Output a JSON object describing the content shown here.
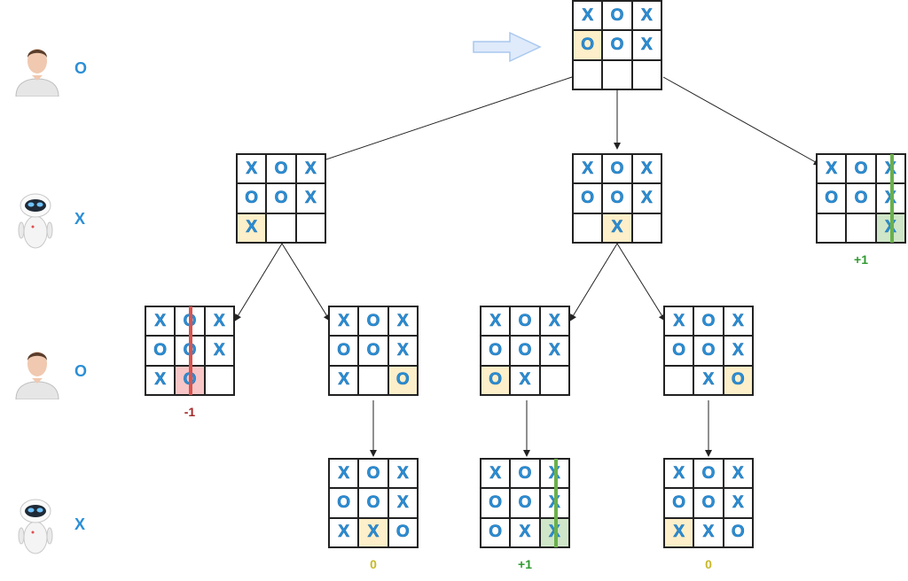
{
  "players": [
    {
      "mark": "O",
      "avatar": "human-avatar-icon"
    },
    {
      "mark": "X",
      "avatar": "robot-avatar-icon"
    },
    {
      "mark": "O",
      "avatar": "human-avatar-icon"
    },
    {
      "mark": "X",
      "avatar": "robot-avatar-icon"
    }
  ],
  "colors": {
    "mark": "#2b8fd6",
    "highlight_yellow": "#fcefc9",
    "highlight_red": "#f8c6c6",
    "highlight_green": "#cfe6c8",
    "line_red": "#d9534f",
    "line_green": "#6ab04c",
    "arrow": "#222222",
    "pointer_arrow": "#a9c8ef"
  },
  "boards": [
    {
      "id": "root",
      "cells": [
        "X",
        "O",
        "X",
        "O",
        "O",
        "X",
        "",
        "",
        ""
      ],
      "highlight": {
        "index": 3,
        "color": "yellow"
      }
    },
    {
      "id": "b1",
      "cells": [
        "X",
        "O",
        "X",
        "O",
        "O",
        "X",
        "X",
        "",
        ""
      ],
      "highlight": {
        "index": 6,
        "color": "yellow"
      }
    },
    {
      "id": "b2",
      "cells": [
        "X",
        "O",
        "X",
        "O",
        "O",
        "X",
        "",
        "X",
        ""
      ],
      "highlight": {
        "index": 7,
        "color": "yellow"
      }
    },
    {
      "id": "b3",
      "cells": [
        "X",
        "O",
        "X",
        "O",
        "O",
        "X",
        "",
        "",
        "X"
      ],
      "highlight": {
        "index": 8,
        "color": "green"
      },
      "winline": {
        "col": 2,
        "color": "green"
      },
      "score": "+1"
    },
    {
      "id": "b11",
      "cells": [
        "X",
        "O",
        "X",
        "O",
        "O",
        "X",
        "X",
        "O",
        ""
      ],
      "highlight": {
        "index": 7,
        "color": "red"
      },
      "winline": {
        "col": 1,
        "color": "red"
      },
      "score": "-1"
    },
    {
      "id": "b12",
      "cells": [
        "X",
        "O",
        "X",
        "O",
        "O",
        "X",
        "X",
        "",
        "O"
      ],
      "highlight": {
        "index": 8,
        "color": "yellow"
      }
    },
    {
      "id": "b21",
      "cells": [
        "X",
        "O",
        "X",
        "O",
        "O",
        "X",
        "O",
        "X",
        ""
      ],
      "highlight": {
        "index": 6,
        "color": "yellow"
      }
    },
    {
      "id": "b22",
      "cells": [
        "X",
        "O",
        "X",
        "O",
        "O",
        "X",
        "",
        "X",
        "O"
      ],
      "highlight": {
        "index": 8,
        "color": "yellow"
      }
    },
    {
      "id": "b121",
      "cells": [
        "X",
        "O",
        "X",
        "O",
        "O",
        "X",
        "X",
        "X",
        "O"
      ],
      "highlight": {
        "index": 7,
        "color": "yellow"
      },
      "score": "0"
    },
    {
      "id": "b211",
      "cells": [
        "X",
        "O",
        "X",
        "O",
        "O",
        "X",
        "O",
        "X",
        "X"
      ],
      "highlight": {
        "index": 8,
        "color": "green"
      },
      "winline": {
        "col": 2,
        "color": "green"
      },
      "score": "+1"
    },
    {
      "id": "b221",
      "cells": [
        "X",
        "O",
        "X",
        "O",
        "O",
        "X",
        "X",
        "X",
        "O"
      ],
      "highlight": {
        "index": 6,
        "color": "yellow"
      },
      "score": "0"
    }
  ]
}
